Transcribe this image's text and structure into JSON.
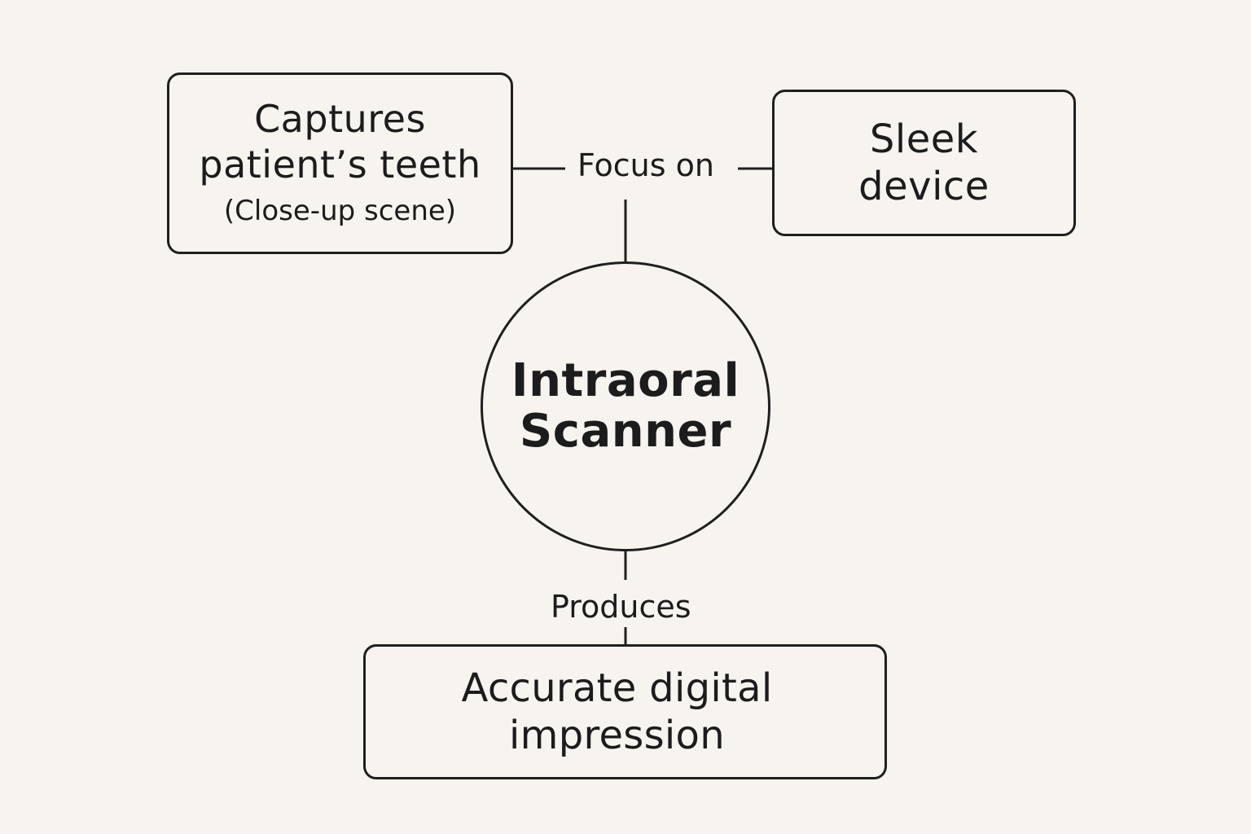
{
  "nodes": {
    "center": {
      "line1": "Intraoral",
      "line2": "Scanner"
    },
    "captures": {
      "line1": "Captures",
      "line2": "patient’s teeth",
      "line3": "(Close-up scene)"
    },
    "device": {
      "line1": "Sleek",
      "line2": "device"
    },
    "impression": {
      "line1": "Accurate digital",
      "line2": "impression"
    }
  },
  "edges": {
    "focus_label": "Focus on",
    "produces_label": "Produces"
  },
  "colors": {
    "background": "#f7f4ef",
    "stroke": "#1f1f1f",
    "text": "#1c1c1c"
  }
}
